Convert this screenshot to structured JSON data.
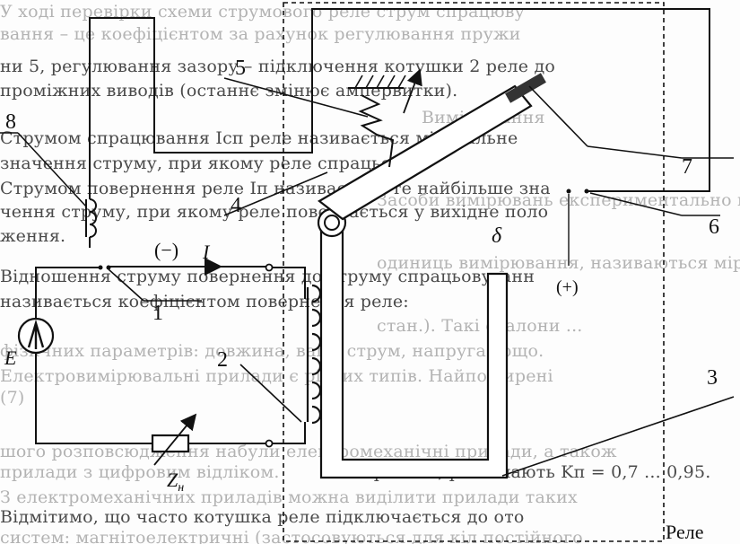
{
  "background_text": {
    "lines": [
      "У ході перевірки схеми струмового реле струм спрацюву",
      "вання – це коефіцієнтом за рахунок регулювання пружи",
      "ни 5, регулювання зазору – підключення котушки 2 реле до",
      "проміжних виводів (останнє змінює ампервитки).",
      "Струмом спрацювання Iсп реле називається мінімальне",
      "значення струму, при якому реле спрацьовує.",
      "Струмом повернення реле Iп називається те найбільше зна",
      "чення струму, при якому реле повертається у вихідне поло",
      "ження.",
      "Відношення струму повернення до струму спрацьовуванн",
      "називається коефіцієнтом повернення реле:",
      "Вимірювання",
      "Засоби вимірювань експериментально визначаються за",
      "одиниць вимірювання, називаються міри або ета",
      "стан.). Такі еталони ...",
      "фізичних параметрів: довжина, вага, струм, напруга тощо.",
      "Електровимірювальні прилади є різних типів. Найпоширені",
      "(7)",
      "шого розповсюдження набули електромеханічні прилади, а також",
      "прилади з цифровим відліком.",
      "Як правило, реле мають Kп = 0,7 ... 0,95.",
      "З електромеханічних приладів можна виділити прилади таких",
      "Відмітимо, що часто котушка реле підключається до ото",
      "систем: магнітоелектричні (застосовуються для кіл постійного"
    ]
  },
  "labels": {
    "n1": "1",
    "n2": "2",
    "n3": "3",
    "n4": "4",
    "n5": "5",
    "n6": "6",
    "n7": "7",
    "n8": "8",
    "minus": "(−)",
    "plus": "(+)",
    "current": "I",
    "source": "E",
    "impedance": "Z",
    "impedance_sub": "н",
    "gap": "δ",
    "relay": "Реле"
  }
}
